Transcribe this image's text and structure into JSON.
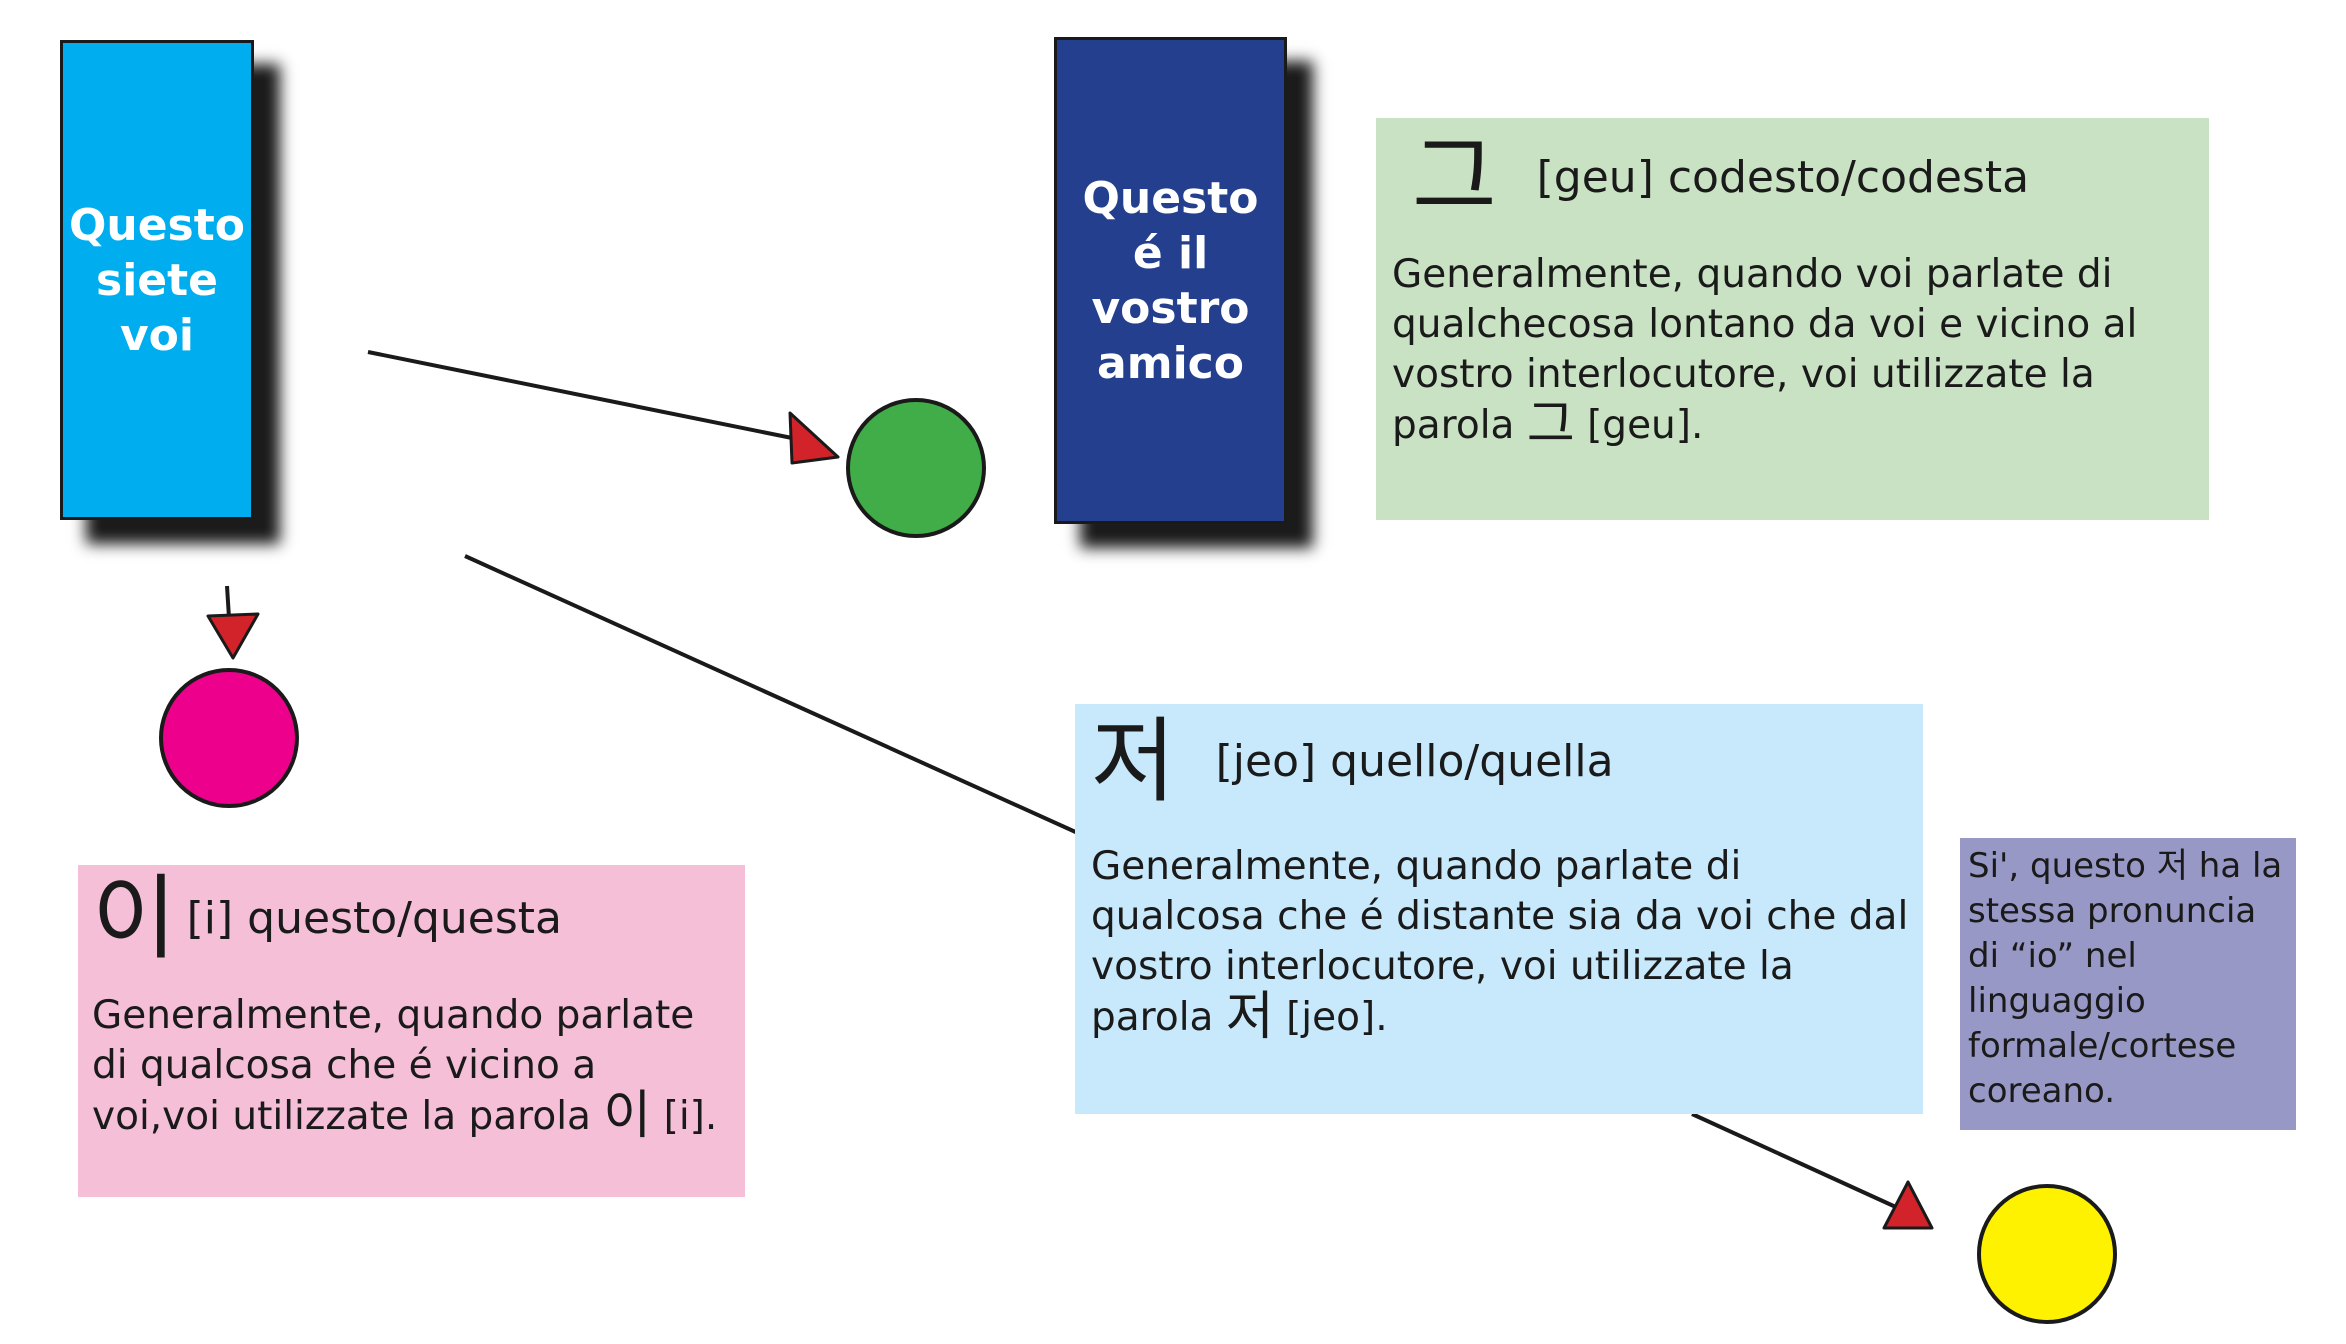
{
  "you_box": {
    "lines": [
      "Questo",
      "siete",
      "voi"
    ],
    "color": "#00aeef"
  },
  "friend_box": {
    "lines": [
      "Questo",
      "é il",
      "vostro",
      "amico"
    ],
    "color": "#233f8e"
  },
  "card_i": {
    "hangul": "이",
    "label": "[i] questo/questa",
    "body": "Generalmente, quando parlate di qualcosa che é vicino a voi,voi utilizzate la parola",
    "word": "이",
    "roman": "[i].",
    "color": "#f5bfd8"
  },
  "card_geu": {
    "hangul": "그",
    "label": "[geu] codesto/codesta",
    "body": "Generalmente, quando voi parlate di qualchecosa lontano da voi e vicino al vostro interlocutore, voi utilizzate la parola",
    "word": "그",
    "roman": "[geu].",
    "color": "#c9e2c3"
  },
  "card_jeo": {
    "hangul": "저",
    "label": "[jeo] quello/quella",
    "body": "Generalmente, quando parlate di qualcosa che é distante sia da voi che dal vostro interlocutore, voi utilizzate la parola",
    "word": "저",
    "roman": "[jeo].",
    "color": "#c7e9fb"
  },
  "note": {
    "text": "Si', questo 저 ha la stessa pronuncia di “io” nel linguaggio formale/cortese coreano.",
    "color": "#9898c6"
  },
  "markers": {
    "near": "#ec008c",
    "middle": "#40ad49",
    "far": "#fff200",
    "arrow": "#d2232a"
  }
}
